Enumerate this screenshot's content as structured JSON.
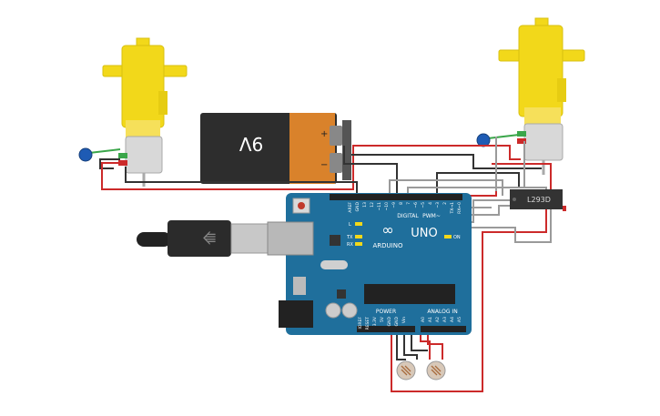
{
  "battery": {
    "label": "9V",
    "plus": "+",
    "minus": "−"
  },
  "arduino": {
    "brand": "ARDUINO",
    "model": "UNO",
    "section_digital": "DIGITAL",
    "section_pwm": "PWM~",
    "section_power": "POWER",
    "section_analog": "ANALOG IN",
    "led_l": "L",
    "led_tx": "TX",
    "led_rx": "RX",
    "led_on": "ON",
    "digital_pins": [
      "AREF",
      "GND",
      "13",
      "12",
      "~11",
      "~10",
      "~9",
      "8",
      "7",
      "~6",
      "~5",
      "4",
      "~3",
      "2",
      "TX→1",
      "RX←0"
    ],
    "power_pins": [
      "IOREF",
      "RESET",
      "3.3V",
      "5V",
      "GND",
      "GND",
      "Vin"
    ],
    "analog_pins": [
      "A0",
      "A1",
      "A2",
      "A3",
      "A4",
      "A5"
    ]
  },
  "driver": {
    "label": "L293D"
  },
  "colors": {
    "wire_black": "#333333",
    "wire_red": "#cc2a2a",
    "wire_gray": "#9a9a9a",
    "wire_green": "#3aa64a",
    "board": "#1f6f9c",
    "motor_yellow": "#f2d81a",
    "battery_orange": "#d9822b"
  }
}
